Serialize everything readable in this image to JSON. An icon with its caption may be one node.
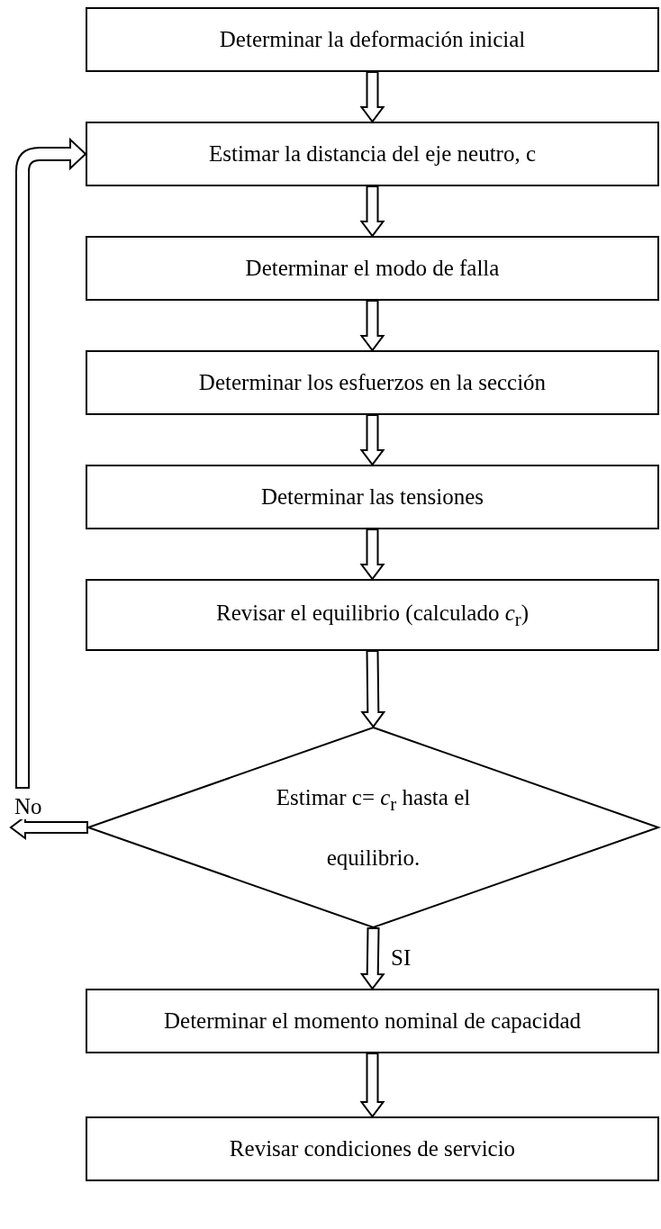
{
  "diagram": {
    "nodes": [
      {
        "text": [
          "Determinar la deformación inicial"
        ]
      },
      {
        "text": [
          "Estimar la distancia del eje neutro, c"
        ]
      },
      {
        "text": [
          "Determinar el modo de falla"
        ]
      },
      {
        "text": [
          "Determinar los esfuerzos en la sección"
        ]
      },
      {
        "text": [
          "Determinar las tensiones"
        ]
      },
      {
        "text": [
          "Revisar el equilibrio (calculado *c*$_{r}$)"
        ]
      },
      {
        "text": [
          "Estimar c= *c*$_{r}$ hasta el equilibrio."
        ]
      },
      {
        "text": [
          "Determinar el momento nominal de capacidad"
        ]
      },
      {
        "text": [
          "Revisar condiciones de servicio"
        ]
      }
    ],
    "edges": [
      {
        "from": 0,
        "to": 1,
        "arrow": "to"
      },
      {
        "from": 1,
        "to": 2,
        "arrow": "to"
      },
      {
        "from": 2,
        "to": 3,
        "arrow": "to"
      },
      {
        "from": 3,
        "to": 4,
        "arrow": "to"
      },
      {
        "from": 4,
        "to": 5,
        "arrow": "to"
      },
      {
        "from": 5,
        "to": 6,
        "arrow": "to"
      },
      {
        "from": 6,
        "to": null,
        "arrow": "to",
        "label": "No"
      },
      {
        "from": null,
        "to": 1,
        "arrow": "to"
      },
      {
        "from": 6,
        "to": 7,
        "arrow": "to",
        "label": "SI"
      },
      {
        "from": 7,
        "to": 8,
        "arrow": "to"
      }
    ]
  }
}
